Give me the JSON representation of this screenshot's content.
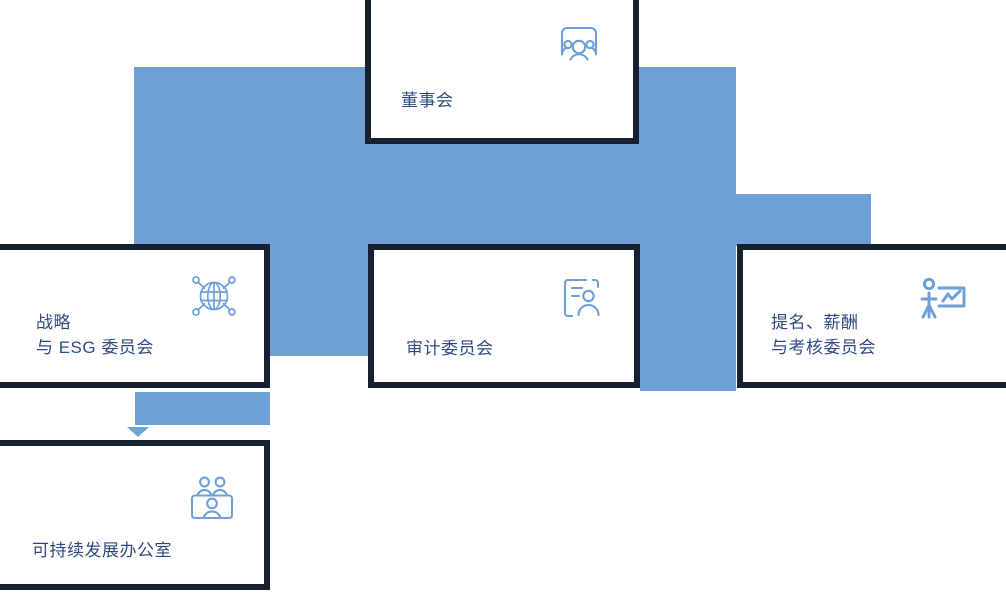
{
  "diagram": {
    "type": "org-chart",
    "title": "",
    "colors": {
      "connector_blue": "#6e9fd7",
      "card_border": "#16202f",
      "text_blue": "#2f4a82",
      "icon_blue": "#6e9fd7",
      "card_background": "#ffffff",
      "page_background": "#ffffff"
    },
    "nodes": [
      {
        "id": "board",
        "label": "董事会",
        "icon": "board-of-directors-icon",
        "level": 1
      },
      {
        "id": "strategy-esg",
        "label": "战略\n与 ESG 委员会",
        "icon": "globe-network-icon",
        "level": 2
      },
      {
        "id": "audit",
        "label": "审计委员会",
        "icon": "document-person-icon",
        "level": 2
      },
      {
        "id": "nomination",
        "label": "提名、薪酬\n与考核委员会",
        "icon": "presenter-chart-icon",
        "level": 2
      },
      {
        "id": "sustainability-office",
        "label": "可持续发展办公室",
        "icon": "team-group-icon",
        "level": 3
      }
    ]
  }
}
